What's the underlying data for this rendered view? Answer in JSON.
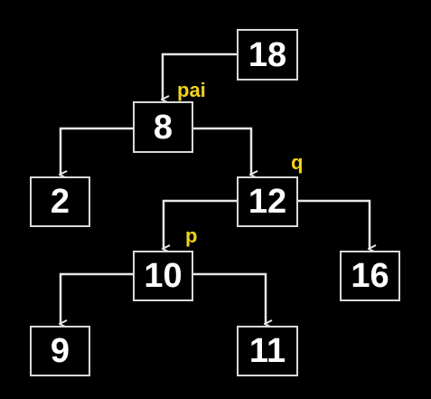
{
  "colors": {
    "background": "#000000",
    "node_border": "#d9d9d9",
    "node_text": "#ffffff",
    "edge": "#e6e6e6",
    "pointer_label": "#f2d21b"
  },
  "nodes": {
    "n18": "18",
    "n8": "8",
    "n2": "2",
    "n12": "12",
    "n10": "10",
    "n16": "16",
    "n9": "9",
    "n11": "11"
  },
  "pointers": {
    "pai": "pai",
    "q": "q",
    "p": "p"
  }
}
